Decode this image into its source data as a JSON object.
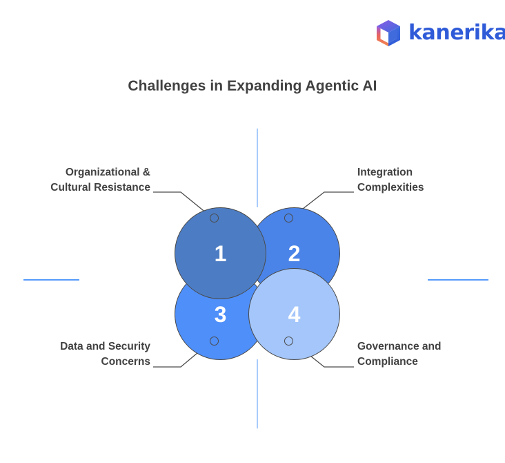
{
  "brand": {
    "name": "kanerika",
    "logo_icon": "cube-logo-icon",
    "word_color": "#2f5bd8",
    "cube_top_color": "#7b5ce0",
    "cube_right_color": "#2f5bd8",
    "cube_accent_color": "#f2734f"
  },
  "header": {
    "title": "Challenges in Expanding Agentic AI",
    "title_color": "#414141"
  },
  "diagram": {
    "type": "venn-quad-circle",
    "guides": {
      "vertical_color": "#a8ccfb",
      "horizontal_color": "#559bfb"
    },
    "outline_color": "#4a4a4a",
    "number_color": "#ffffff",
    "items": [
      {
        "number": "1",
        "label": "Organizational &\nCultural Resistance",
        "color": "#4c7dc4",
        "position": "top-left",
        "label_align": "right"
      },
      {
        "number": "2",
        "label": "Integration\nComplexities",
        "color": "#4a84e8",
        "position": "top-right",
        "label_align": "left"
      },
      {
        "number": "3",
        "label": "Data and Security\nConcerns",
        "color": "#4f8ff9",
        "position": "bottom-left",
        "label_align": "right"
      },
      {
        "number": "4",
        "label": "Governance and\nCompliance",
        "color": "#a4c6fa",
        "position": "bottom-right",
        "label_align": "left"
      }
    ]
  }
}
